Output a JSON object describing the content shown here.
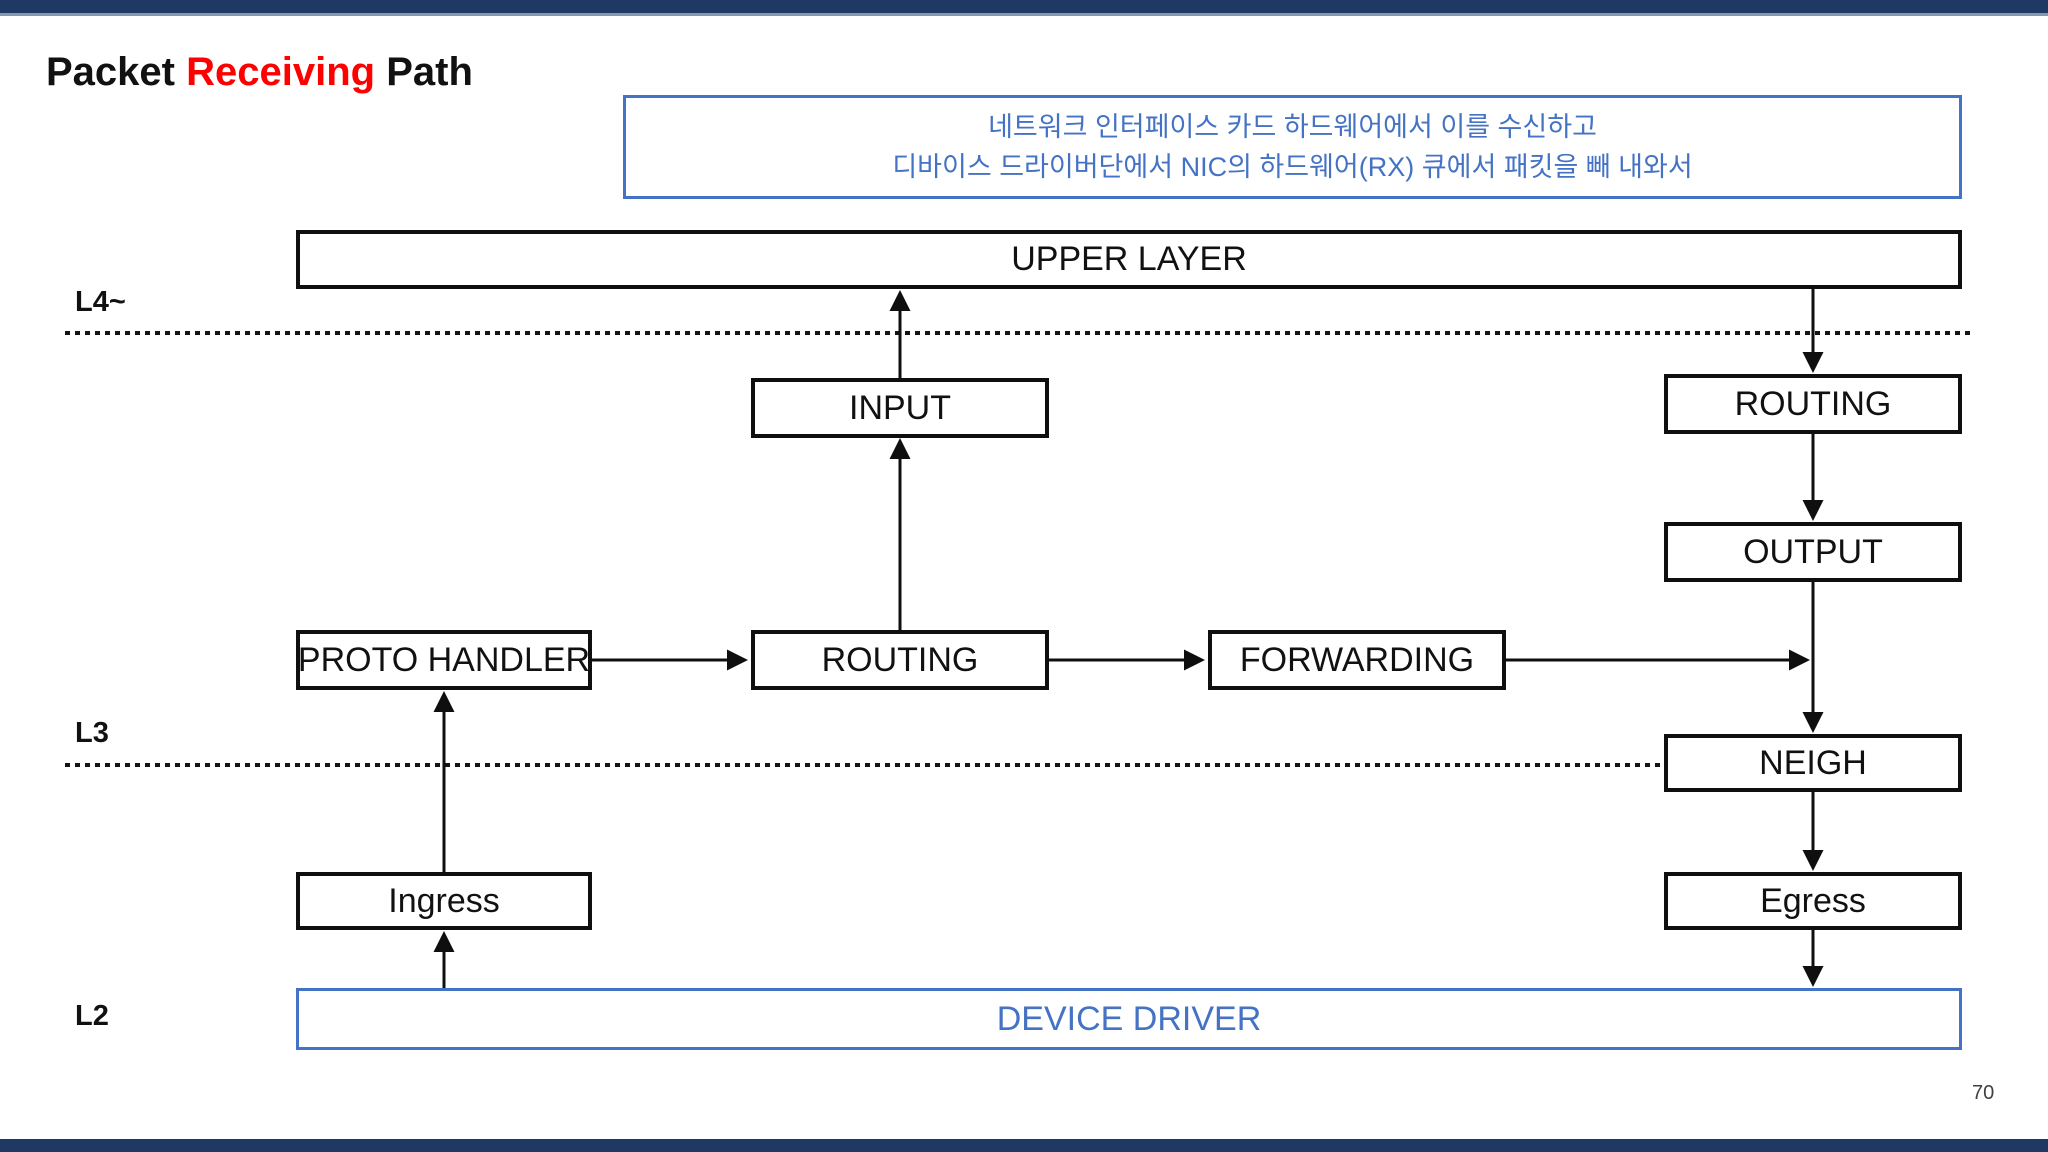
{
  "page": {
    "title_pre": "Packet ",
    "title_highlight": "Receiving",
    "title_post": " Path",
    "page_number": "70"
  },
  "callout": {
    "line1": "네트워크 인터페이스 카드 하드웨어에서 이를 수신하고",
    "line2": "디바이스 드라이버단에서 NIC의 하드웨어(RX) 큐에서 패킷을 빼 내와서"
  },
  "layer_labels": {
    "l4": "L4~",
    "l3": "L3",
    "l2": "L2"
  },
  "boxes": {
    "upper_layer": {
      "label": "UPPER LAYER"
    },
    "input": {
      "label": "INPUT"
    },
    "routing_right": {
      "label": "ROUTING"
    },
    "output": {
      "label": "OUTPUT"
    },
    "proto_handler": {
      "label": "PROTO HANDLER"
    },
    "routing_mid": {
      "label": "ROUTING"
    },
    "forwarding": {
      "label": "FORWARDING"
    },
    "neigh": {
      "label": "NEIGH"
    },
    "ingress": {
      "label": "Ingress"
    },
    "egress": {
      "label": "Egress"
    },
    "device_driver": {
      "label": "DEVICE DRIVER"
    }
  },
  "colors": {
    "accent_bar_navy": "#1F3864",
    "accent_bar_light_line": "#8496B0",
    "callout_blue": "#4472C4",
    "title_highlight_red": "#FF0000",
    "diagram_line_black": "#0F0F0F"
  }
}
